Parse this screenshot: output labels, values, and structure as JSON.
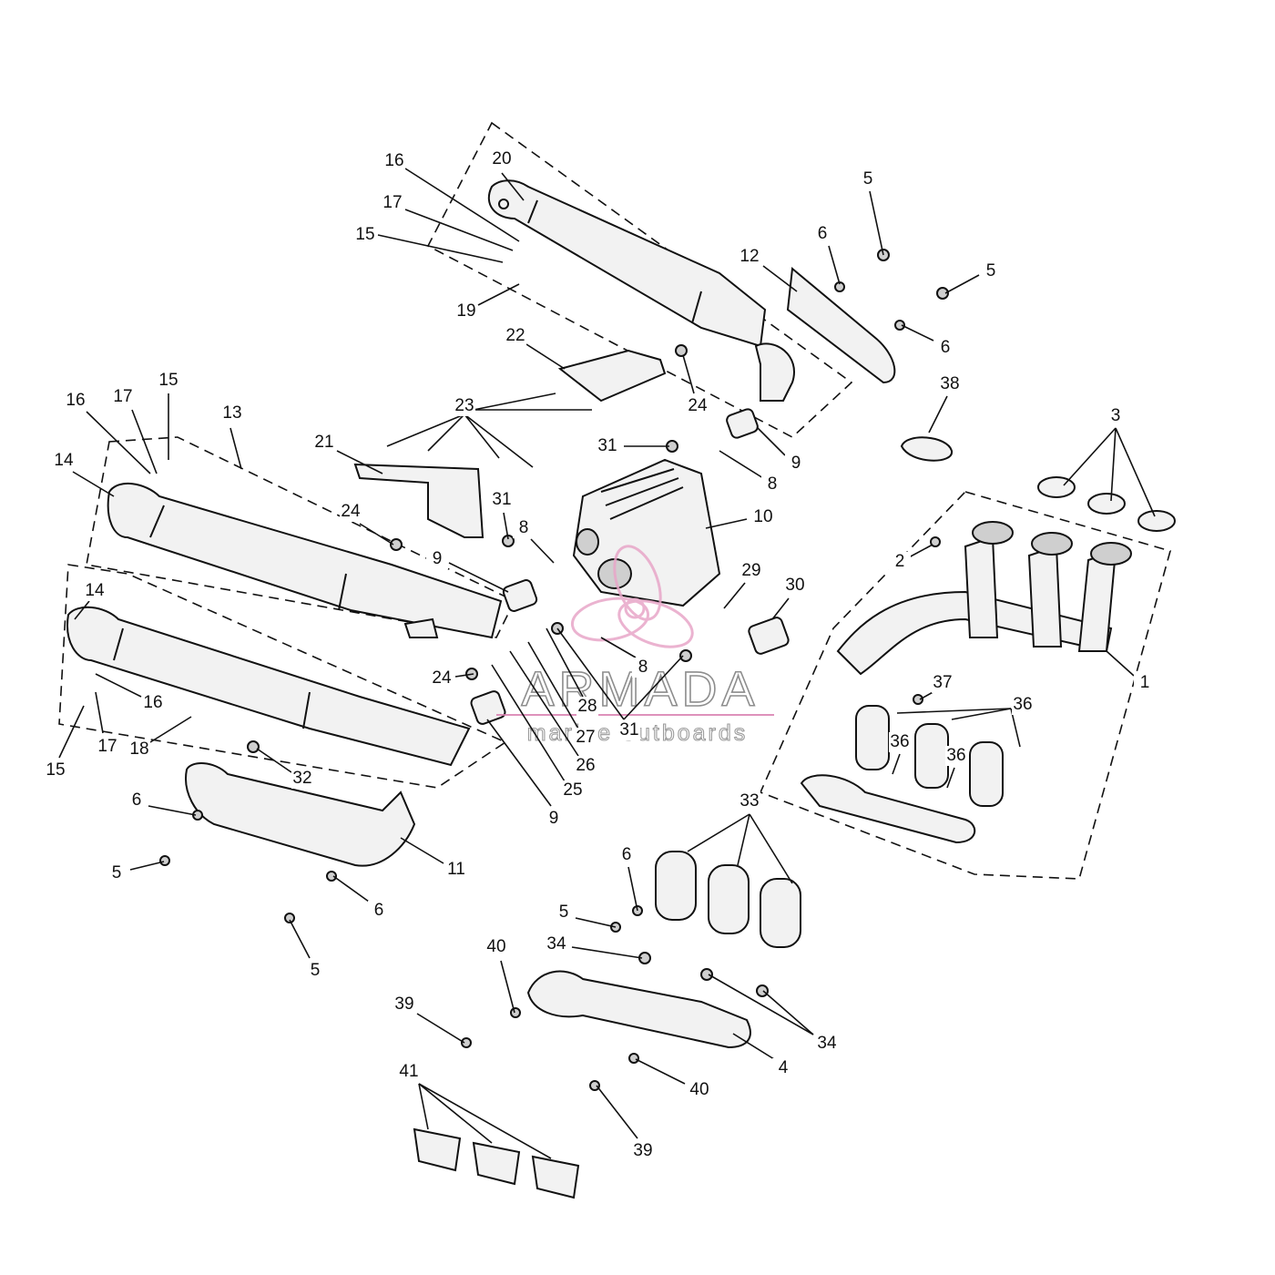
{
  "watermark": {
    "brand": "ARMADA",
    "tagline": "marine outboards",
    "logo_color": "#e8a6c8",
    "line_color": "#d97fb0"
  },
  "callouts": [
    "1",
    "2",
    "3",
    "4",
    "5",
    "6",
    "8",
    "9",
    "10",
    "11",
    "12",
    "13",
    "14",
    "15",
    "16",
    "17",
    "18",
    "19",
    "20",
    "21",
    "22",
    "23",
    "24",
    "25",
    "26",
    "27",
    "28",
    "29",
    "30",
    "31",
    "32",
    "33",
    "34",
    "36",
    "37",
    "38",
    "39",
    "40",
    "41"
  ]
}
